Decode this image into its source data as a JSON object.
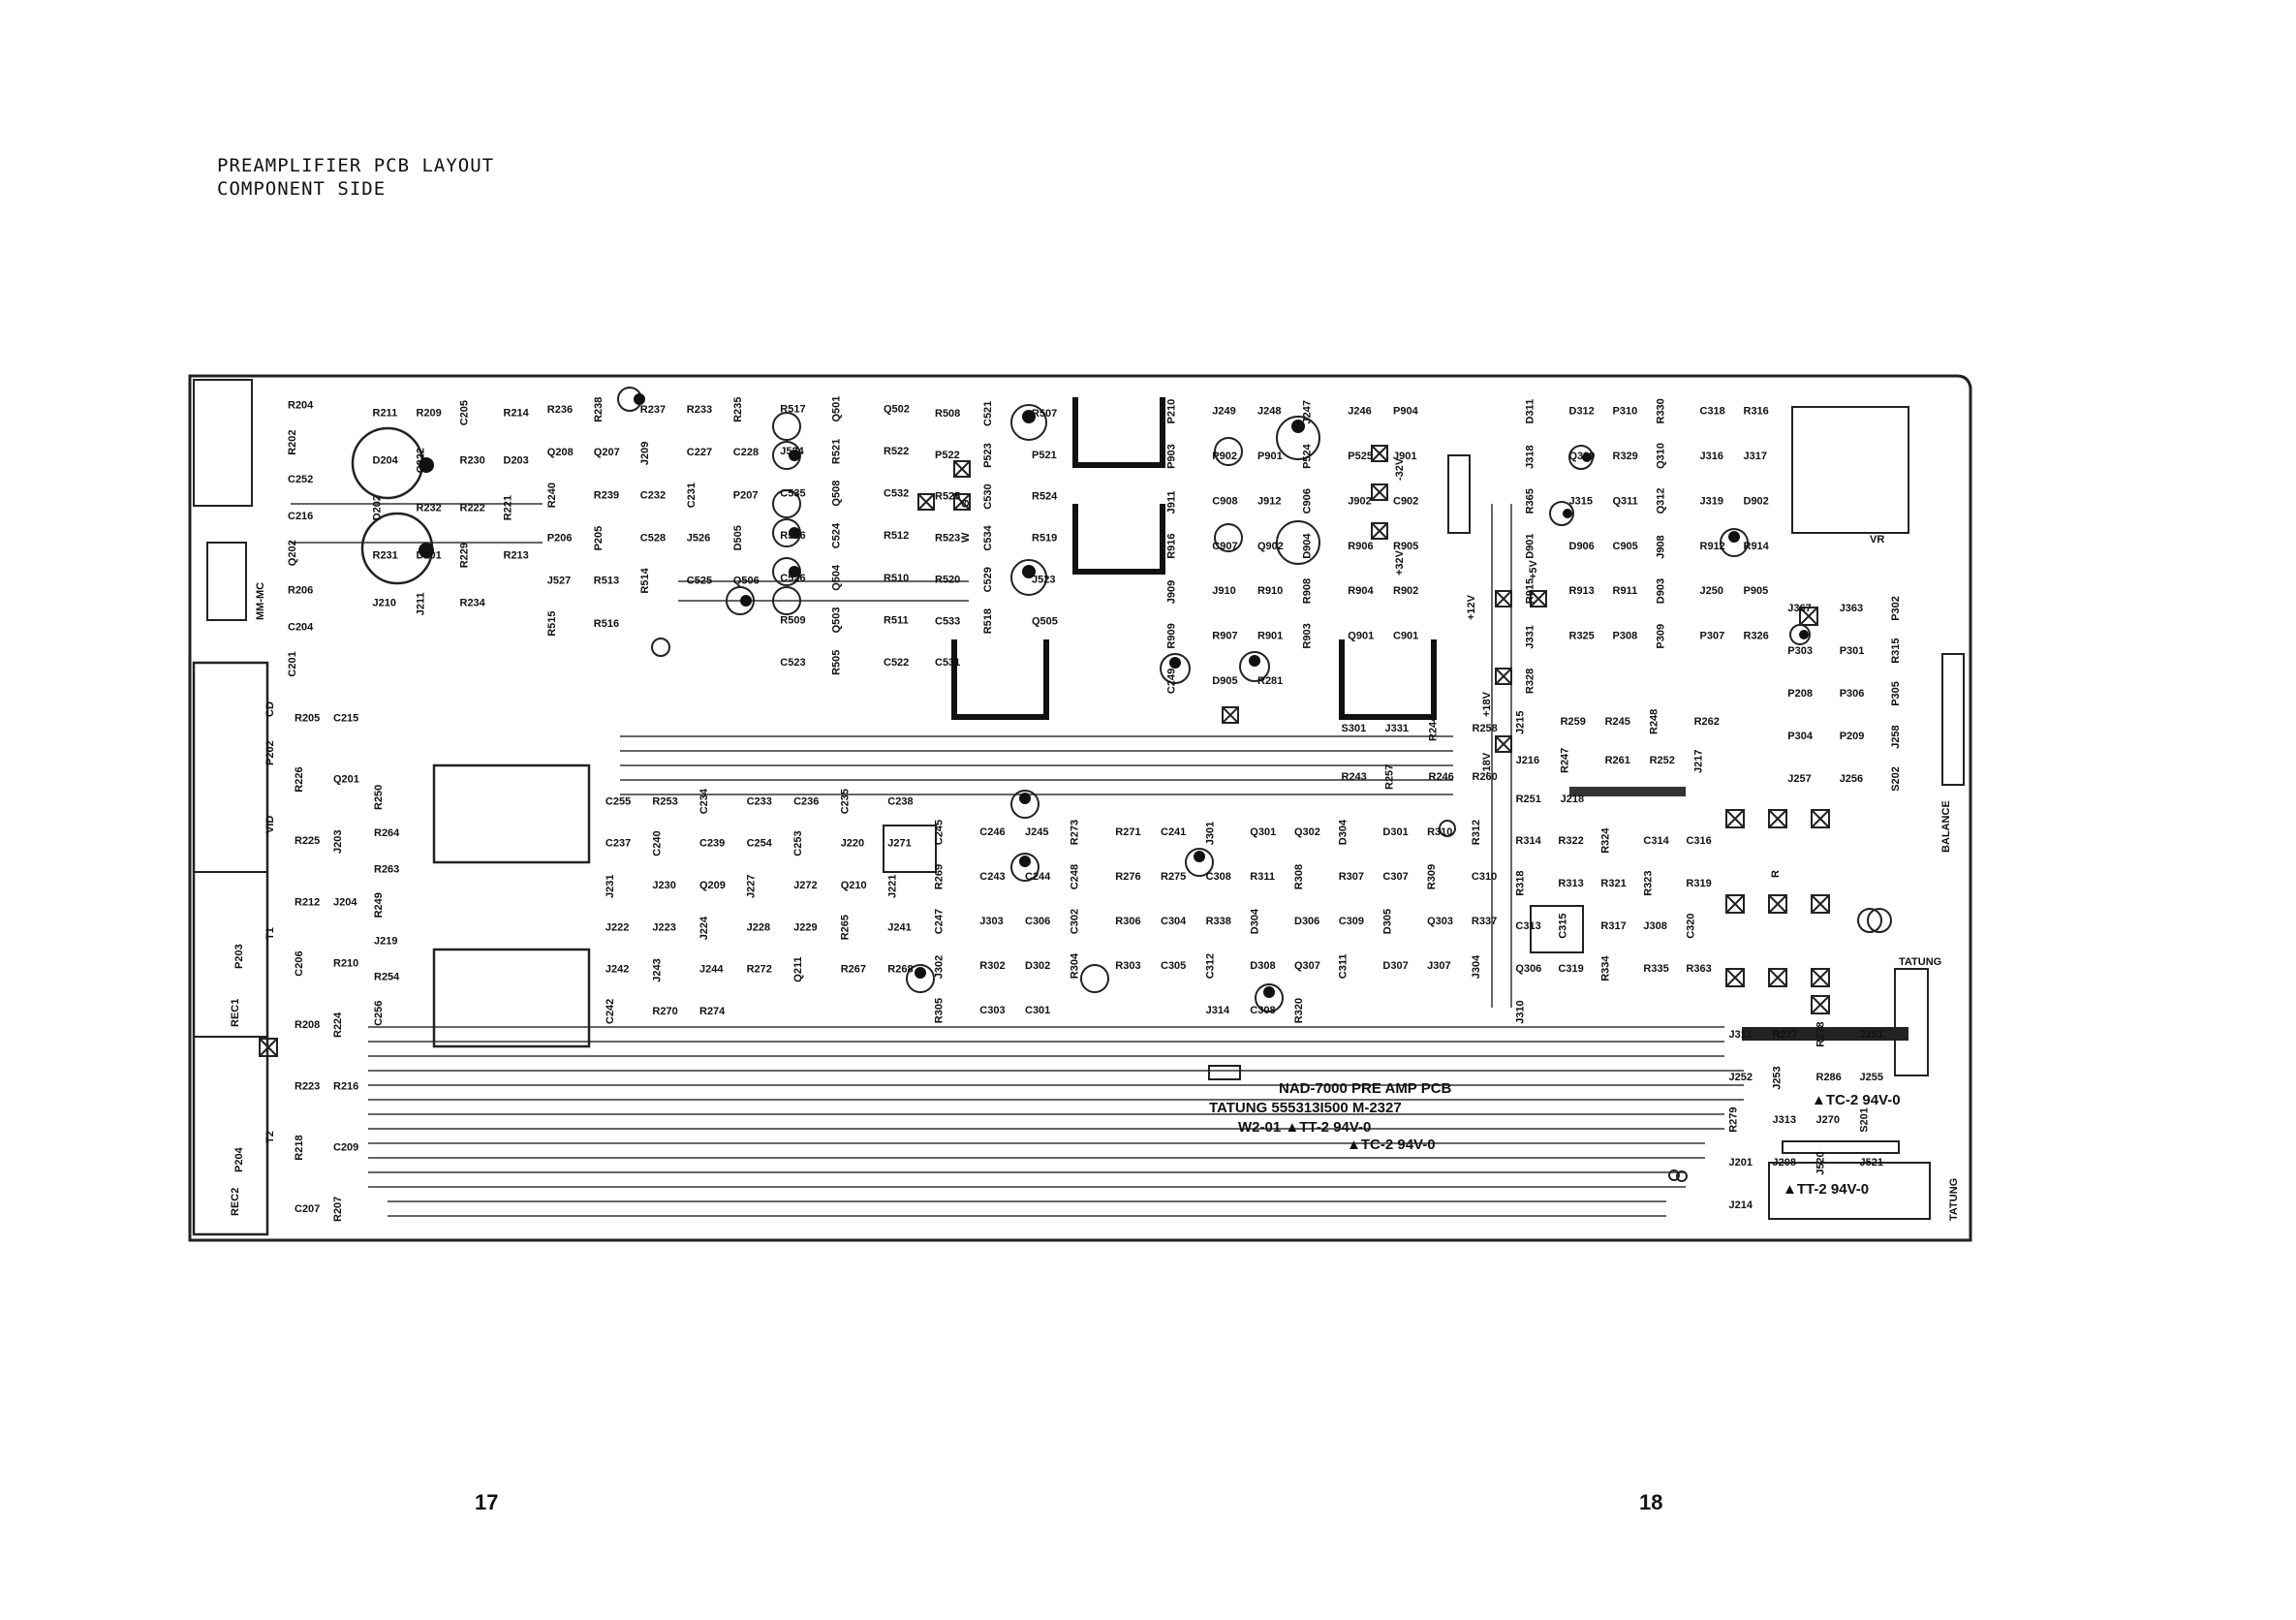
{
  "header": {
    "title_line1": "PREAMPLIFIER PCB LAYOUT",
    "title_line2": "COMPONENT SIDE"
  },
  "pages": {
    "left": "17",
    "right": "18"
  },
  "board": {
    "pcb_name": "NAD-7000 PRE AMP PCB",
    "pcb_code": "TATUNG 555313I500 M-2327",
    "rating_1": "W2-01 ▲TT-2 94V-0",
    "rating_2": "▲TC-2 94V-0",
    "rating_3": "▲TC-2 94V-0",
    "rating_4": "▲TT-2 94V-0",
    "tatung_1": "TATUNG",
    "tatung_2": "TATUNG",
    "vr_label": "VR",
    "balance_label": "BALANCE",
    "edge_labels": [
      "REC1",
      "REC2",
      "P203",
      "P204",
      "P202",
      "CD",
      "VID",
      "T1",
      "T2",
      "MM-MC"
    ],
    "labels": [
      {
        "t": "R204"
      },
      {
        "t": "R202"
      },
      {
        "t": "C252"
      },
      {
        "t": "C216"
      },
      {
        "t": "Q202"
      },
      {
        "t": "R206"
      },
      {
        "t": "C204"
      },
      {
        "t": "C201"
      },
      {
        "t": "R205"
      },
      {
        "t": "C215"
      },
      {
        "t": "R226"
      },
      {
        "t": "Q201"
      },
      {
        "t": "R225"
      },
      {
        "t": "J203"
      },
      {
        "t": "R212"
      },
      {
        "t": "J204"
      },
      {
        "t": "C206"
      },
      {
        "t": "R210"
      },
      {
        "t": "R208"
      },
      {
        "t": "R224"
      },
      {
        "t": "R223"
      },
      {
        "t": "R216"
      },
      {
        "t": "R218"
      },
      {
        "t": "C209"
      },
      {
        "t": "C207"
      },
      {
        "t": "R207"
      },
      {
        "t": "R211"
      },
      {
        "t": "R209"
      },
      {
        "t": "C205"
      },
      {
        "t": "R214"
      },
      {
        "t": "D204"
      },
      {
        "t": "C222"
      },
      {
        "t": "R230"
      },
      {
        "t": "D203"
      },
      {
        "t": "D202"
      },
      {
        "t": "R232"
      },
      {
        "t": "R222"
      },
      {
        "t": "R221"
      },
      {
        "t": "R231"
      },
      {
        "t": "D201"
      },
      {
        "t": "R229"
      },
      {
        "t": "R213"
      },
      {
        "t": "J210"
      },
      {
        "t": "J211"
      },
      {
        "t": "R234"
      },
      {
        "t": "R236"
      },
      {
        "t": "R238"
      },
      {
        "t": "R237"
      },
      {
        "t": "R233"
      },
      {
        "t": "R235"
      },
      {
        "t": "Q208"
      },
      {
        "t": "Q207"
      },
      {
        "t": "J209"
      },
      {
        "t": "C227"
      },
      {
        "t": "C228"
      },
      {
        "t": "R240"
      },
      {
        "t": "R239"
      },
      {
        "t": "C232"
      },
      {
        "t": "C231"
      },
      {
        "t": "P207"
      },
      {
        "t": "P206"
      },
      {
        "t": "P205"
      },
      {
        "t": "C528"
      },
      {
        "t": "J526"
      },
      {
        "t": "D505"
      },
      {
        "t": "J527"
      },
      {
        "t": "R513"
      },
      {
        "t": "R514"
      },
      {
        "t": "C525"
      },
      {
        "t": "Q506"
      },
      {
        "t": "R515"
      },
      {
        "t": "R516"
      },
      {
        "t": "R517"
      },
      {
        "t": "Q501"
      },
      {
        "t": "Q502"
      },
      {
        "t": "J524"
      },
      {
        "t": "R521"
      },
      {
        "t": "R522"
      },
      {
        "t": "C535"
      },
      {
        "t": "Q508"
      },
      {
        "t": "C532"
      },
      {
        "t": "R506"
      },
      {
        "t": "C524"
      },
      {
        "t": "R512"
      },
      {
        "t": "C526"
      },
      {
        "t": "Q504"
      },
      {
        "t": "R510"
      },
      {
        "t": "R509"
      },
      {
        "t": "Q503"
      },
      {
        "t": "R511"
      },
      {
        "t": "C523"
      },
      {
        "t": "R505"
      },
      {
        "t": "C522"
      },
      {
        "t": "R508"
      },
      {
        "t": "C521"
      },
      {
        "t": "R507"
      },
      {
        "t": "P522"
      },
      {
        "t": "P523"
      },
      {
        "t": "P521"
      },
      {
        "t": "R525"
      },
      {
        "t": "C530"
      },
      {
        "t": "R524"
      },
      {
        "t": "R523"
      },
      {
        "t": "C534"
      },
      {
        "t": "R519"
      },
      {
        "t": "R520"
      },
      {
        "t": "C529"
      },
      {
        "t": "J523"
      },
      {
        "t": "C533"
      },
      {
        "t": "R518"
      },
      {
        "t": "Q505"
      },
      {
        "t": "C531"
      },
      {
        "t": "P210"
      },
      {
        "t": "J249"
      },
      {
        "t": "J248"
      },
      {
        "t": "J247"
      },
      {
        "t": "J246"
      },
      {
        "t": "P904"
      },
      {
        "t": "P903"
      },
      {
        "t": "P902"
      },
      {
        "t": "P901"
      },
      {
        "t": "P524"
      },
      {
        "t": "P525"
      },
      {
        "t": "J901"
      },
      {
        "t": "J911"
      },
      {
        "t": "C908"
      },
      {
        "t": "J912"
      },
      {
        "t": "C906"
      },
      {
        "t": "J902"
      },
      {
        "t": "C902"
      },
      {
        "t": "R916"
      },
      {
        "t": "C907"
      },
      {
        "t": "Q902"
      },
      {
        "t": "D904"
      },
      {
        "t": "R906"
      },
      {
        "t": "R905"
      },
      {
        "t": "J909"
      },
      {
        "t": "J910"
      },
      {
        "t": "R910"
      },
      {
        "t": "R908"
      },
      {
        "t": "R904"
      },
      {
        "t": "R902"
      },
      {
        "t": "R909"
      },
      {
        "t": "R907"
      },
      {
        "t": "R901"
      },
      {
        "t": "R903"
      },
      {
        "t": "Q901"
      },
      {
        "t": "C901"
      },
      {
        "t": "C249"
      },
      {
        "t": "D905"
      },
      {
        "t": "R281"
      },
      {
        "t": "D311"
      },
      {
        "t": "D312"
      },
      {
        "t": "P310"
      },
      {
        "t": "R330"
      },
      {
        "t": "C318"
      },
      {
        "t": "R316"
      },
      {
        "t": "J318"
      },
      {
        "t": "Q309"
      },
      {
        "t": "R329"
      },
      {
        "t": "Q310"
      },
      {
        "t": "J316"
      },
      {
        "t": "J317"
      },
      {
        "t": "R365"
      },
      {
        "t": "J315"
      },
      {
        "t": "Q311"
      },
      {
        "t": "Q312"
      },
      {
        "t": "J319"
      },
      {
        "t": "D902"
      },
      {
        "t": "D901"
      },
      {
        "t": "D906"
      },
      {
        "t": "C905"
      },
      {
        "t": "J908"
      },
      {
        "t": "R912"
      },
      {
        "t": "R914"
      },
      {
        "t": "R915"
      },
      {
        "t": "R913"
      },
      {
        "t": "R911"
      },
      {
        "t": "D903"
      },
      {
        "t": "J250"
      },
      {
        "t": "P905"
      },
      {
        "t": "J331"
      },
      {
        "t": "R325"
      },
      {
        "t": "P308"
      },
      {
        "t": "P309"
      },
      {
        "t": "P307"
      },
      {
        "t": "R326"
      },
      {
        "t": "R328"
      },
      {
        "t": "J367"
      },
      {
        "t": "J363"
      },
      {
        "t": "P302"
      },
      {
        "t": "P303"
      },
      {
        "t": "P301"
      },
      {
        "t": "R315"
      },
      {
        "t": "P208"
      },
      {
        "t": "P306"
      },
      {
        "t": "P305"
      },
      {
        "t": "P304"
      },
      {
        "t": "P209"
      },
      {
        "t": "J258"
      },
      {
        "t": "J257"
      },
      {
        "t": "J256"
      },
      {
        "t": "S202"
      },
      {
        "t": "S301"
      },
      {
        "t": "J331"
      },
      {
        "t": "R244"
      },
      {
        "t": "R258"
      },
      {
        "t": "R243"
      },
      {
        "t": "R257"
      },
      {
        "t": "R246"
      },
      {
        "t": "R260"
      },
      {
        "t": "J215"
      },
      {
        "t": "R259"
      },
      {
        "t": "R245"
      },
      {
        "t": "R248"
      },
      {
        "t": "R262"
      },
      {
        "t": "J216"
      },
      {
        "t": "R247"
      },
      {
        "t": "R261"
      },
      {
        "t": "R252"
      },
      {
        "t": "J217"
      },
      {
        "t": "R251"
      },
      {
        "t": "J218"
      },
      {
        "t": "R250"
      },
      {
        "t": "R264"
      },
      {
        "t": "R263"
      },
      {
        "t": "R249"
      },
      {
        "t": "J219"
      },
      {
        "t": "R254"
      },
      {
        "t": "C256"
      },
      {
        "t": "C255"
      },
      {
        "t": "R253"
      },
      {
        "t": "C234"
      },
      {
        "t": "C233"
      },
      {
        "t": "C236"
      },
      {
        "t": "C235"
      },
      {
        "t": "C238"
      },
      {
        "t": "C237"
      },
      {
        "t": "C240"
      },
      {
        "t": "C239"
      },
      {
        "t": "C254"
      },
      {
        "t": "C253"
      },
      {
        "t": "J220"
      },
      {
        "t": "J271"
      },
      {
        "t": "J231"
      },
      {
        "t": "J230"
      },
      {
        "t": "Q209"
      },
      {
        "t": "J227"
      },
      {
        "t": "J272"
      },
      {
        "t": "Q210"
      },
      {
        "t": "J221"
      },
      {
        "t": "J222"
      },
      {
        "t": "J223"
      },
      {
        "t": "J224"
      },
      {
        "t": "J228"
      },
      {
        "t": "J229"
      },
      {
        "t": "R265"
      },
      {
        "t": "J241"
      },
      {
        "t": "J242"
      },
      {
        "t": "J243"
      },
      {
        "t": "J244"
      },
      {
        "t": "R272"
      },
      {
        "t": "Q211"
      },
      {
        "t": "R267"
      },
      {
        "t": "R268"
      },
      {
        "t": "C242"
      },
      {
        "t": "R270"
      },
      {
        "t": "R274"
      },
      {
        "t": "C245"
      },
      {
        "t": "C246"
      },
      {
        "t": "J245"
      },
      {
        "t": "R273"
      },
      {
        "t": "R271"
      },
      {
        "t": "C241"
      },
      {
        "t": "R269"
      },
      {
        "t": "C243"
      },
      {
        "t": "C244"
      },
      {
        "t": "C248"
      },
      {
        "t": "R276"
      },
      {
        "t": "R275"
      },
      {
        "t": "C247"
      },
      {
        "t": "J303"
      },
      {
        "t": "C306"
      },
      {
        "t": "C302"
      },
      {
        "t": "R306"
      },
      {
        "t": "C304"
      },
      {
        "t": "J302"
      },
      {
        "t": "R302"
      },
      {
        "t": "D302"
      },
      {
        "t": "R304"
      },
      {
        "t": "R303"
      },
      {
        "t": "C305"
      },
      {
        "t": "R305"
      },
      {
        "t": "C303"
      },
      {
        "t": "C301"
      },
      {
        "t": "J301"
      },
      {
        "t": "Q301"
      },
      {
        "t": "Q302"
      },
      {
        "t": "D304"
      },
      {
        "t": "D301"
      },
      {
        "t": "R310"
      },
      {
        "t": "R312"
      },
      {
        "t": "C308"
      },
      {
        "t": "R311"
      },
      {
        "t": "R308"
      },
      {
        "t": "R307"
      },
      {
        "t": "C307"
      },
      {
        "t": "R309"
      },
      {
        "t": "C310"
      },
      {
        "t": "R338"
      },
      {
        "t": "D304"
      },
      {
        "t": "D306"
      },
      {
        "t": "C309"
      },
      {
        "t": "D305"
      },
      {
        "t": "Q303"
      },
      {
        "t": "R337"
      },
      {
        "t": "C312"
      },
      {
        "t": "D308"
      },
      {
        "t": "Q307"
      },
      {
        "t": "C311"
      },
      {
        "t": "D307"
      },
      {
        "t": "J307"
      },
      {
        "t": "J304"
      },
      {
        "t": "J314"
      },
      {
        "t": "C308"
      },
      {
        "t": "R320"
      },
      {
        "t": "R314"
      },
      {
        "t": "R322"
      },
      {
        "t": "R324"
      },
      {
        "t": "C314"
      },
      {
        "t": "C316"
      },
      {
        "t": "R318"
      },
      {
        "t": "R313"
      },
      {
        "t": "R321"
      },
      {
        "t": "R323"
      },
      {
        "t": "R319"
      },
      {
        "t": "C313"
      },
      {
        "t": "C315"
      },
      {
        "t": "R317"
      },
      {
        "t": "J308"
      },
      {
        "t": "C320"
      },
      {
        "t": "Q306"
      },
      {
        "t": "C319"
      },
      {
        "t": "R334"
      },
      {
        "t": "R335"
      },
      {
        "t": "R363"
      },
      {
        "t": "J310"
      },
      {
        "t": "J311"
      },
      {
        "t": "R277"
      },
      {
        "t": "R278"
      },
      {
        "t": "J251"
      },
      {
        "t": "J252"
      },
      {
        "t": "J253"
      },
      {
        "t": "R286"
      },
      {
        "t": "J255"
      },
      {
        "t": "R279"
      },
      {
        "t": "J313"
      },
      {
        "t": "J270"
      },
      {
        "t": "S201"
      },
      {
        "t": "J201"
      },
      {
        "t": "J208"
      },
      {
        "t": "J520"
      },
      {
        "t": "J521"
      },
      {
        "t": "J214"
      }
    ],
    "voltages": [
      "+12V",
      "+5V",
      "-32V",
      "+32V",
      "+18V",
      "-18V",
      "G",
      "W",
      "R"
    ]
  }
}
